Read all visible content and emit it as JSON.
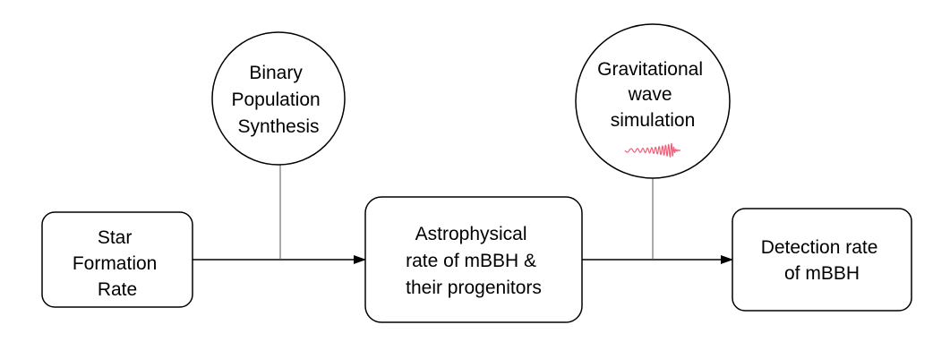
{
  "diagram": {
    "colors": {
      "stroke": "#000000",
      "background": "#ffffff",
      "wave": "#f0607a"
    },
    "nodes": {
      "star_formation": {
        "lines": [
          "Star",
          "Formation",
          "Rate"
        ]
      },
      "astrophysical": {
        "lines": [
          "Astrophysical",
          "rate of mBBH &",
          "their progenitors"
        ]
      },
      "detection": {
        "lines": [
          "Detection rate",
          "of mBBH"
        ]
      },
      "binary_population": {
        "lines": [
          "Binary",
          "Population",
          "Synthesis"
        ]
      },
      "gw_simulation": {
        "lines": [
          "Gravitational",
          "wave",
          "simulation"
        ]
      }
    },
    "icons": {
      "gw_waveform": "gravitational-waveform-icon"
    }
  }
}
